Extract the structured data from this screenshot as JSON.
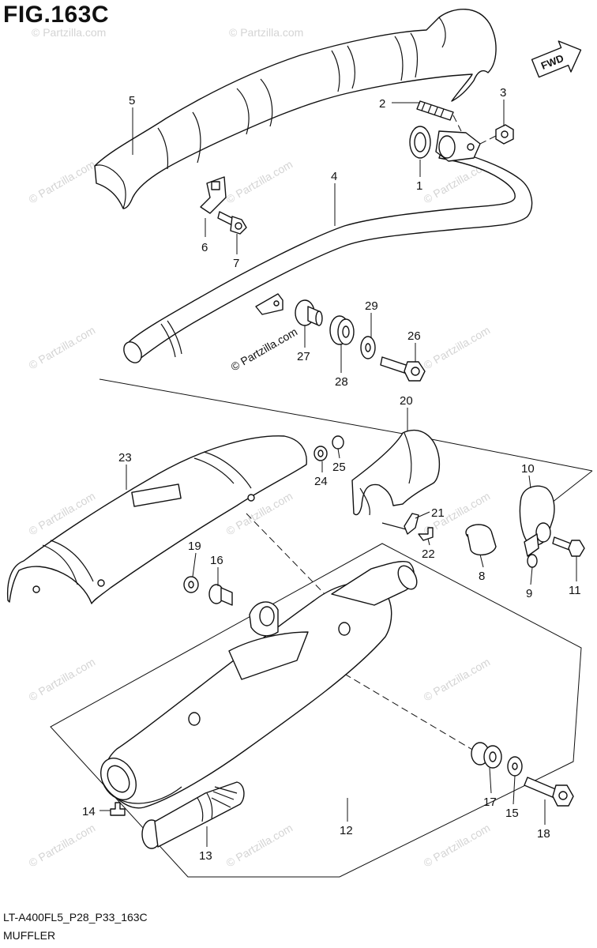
{
  "figure": {
    "title": "FIG.163C",
    "code": "LT-A400FL5_P28_P33_163C",
    "name": "MUFFLER"
  },
  "direction_arrow": {
    "label": "FWD",
    "icon": "forward-arrow-icon"
  },
  "watermark": {
    "text": "© Partzilla.com"
  },
  "callouts": {
    "c1": "1",
    "c2": "2",
    "c3": "3",
    "c4": "4",
    "c5": "5",
    "c6": "6",
    "c7": "7",
    "c8": "8",
    "c9": "9",
    "c10": "10",
    "c11": "11",
    "c12": "12",
    "c13": "13",
    "c14": "14",
    "c15": "15",
    "c16": "16",
    "c17": "17",
    "c18": "18",
    "c19": "19",
    "c20": "20",
    "c21": "21",
    "c22": "22",
    "c23": "23",
    "c24": "24",
    "c25": "25",
    "c26": "26",
    "c27": "27",
    "c28": "28",
    "c29": "29"
  }
}
